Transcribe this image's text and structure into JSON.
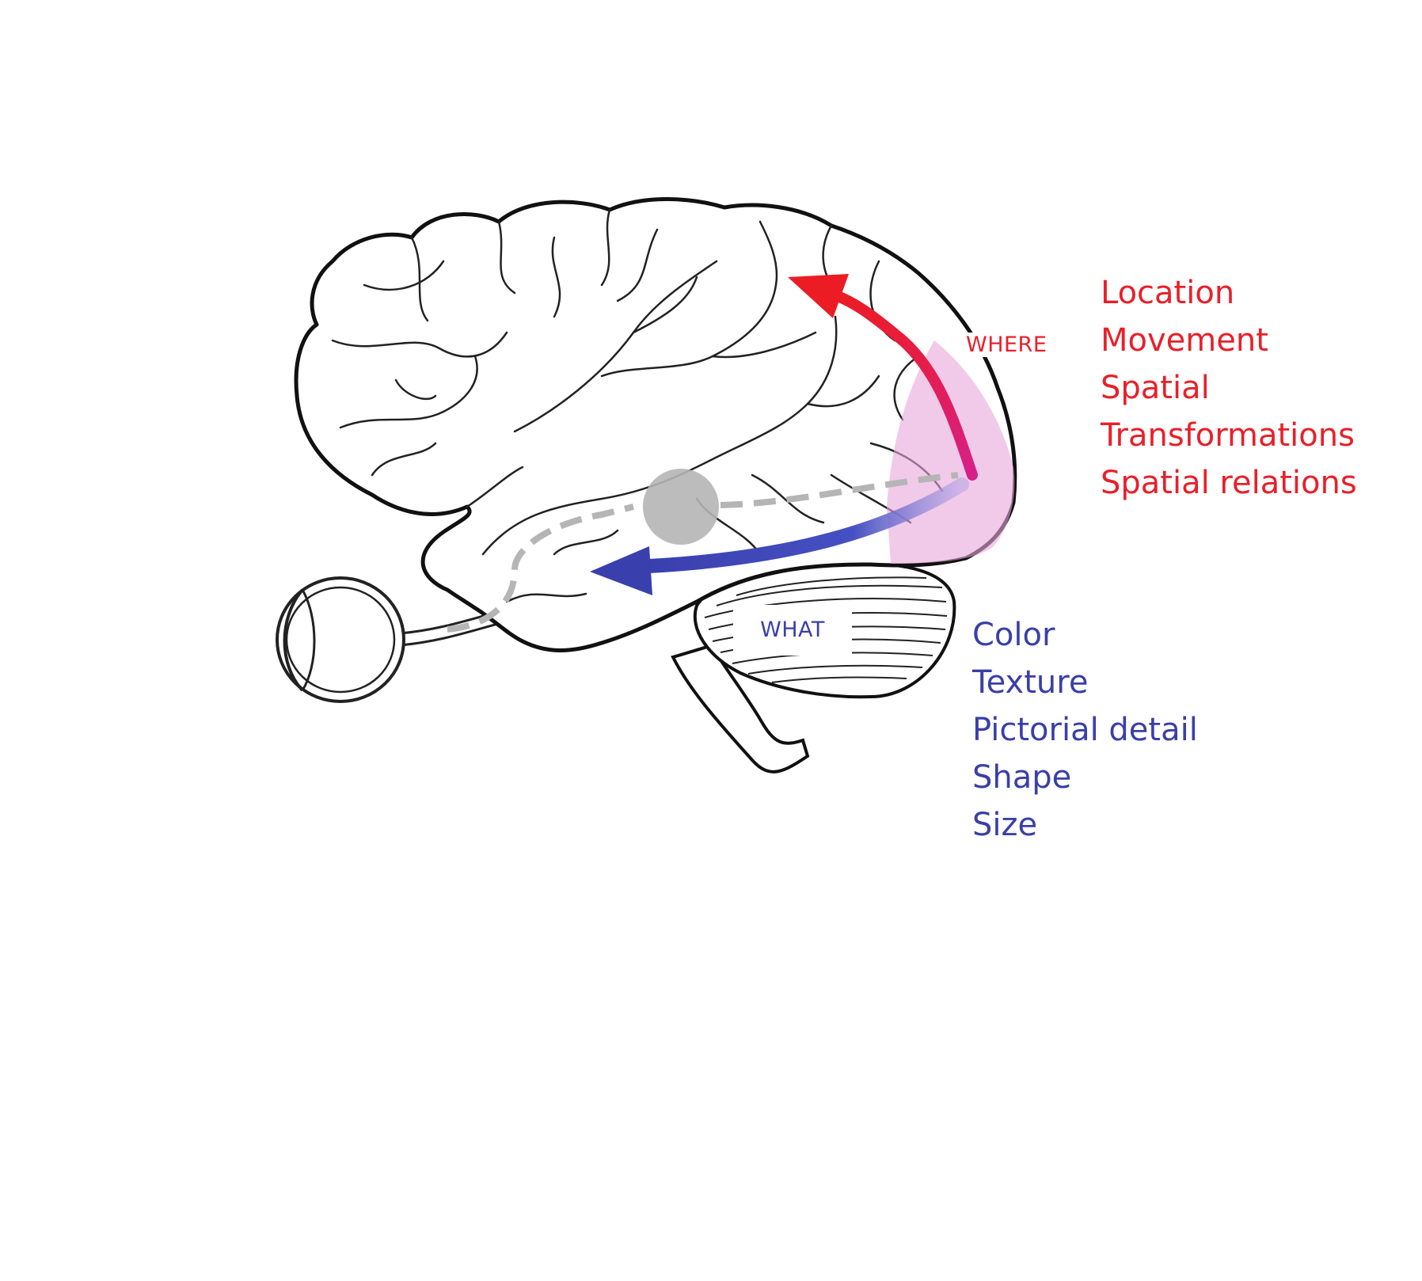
{
  "pathways": {
    "where": {
      "label": "WHERE",
      "color": "#e8202a",
      "properties": [
        "Location",
        "Movement",
        "Spatial",
        "Transformations",
        "Spatial relations"
      ]
    },
    "what": {
      "label": "WHAT",
      "color": "#3a3fa8",
      "properties": [
        "Color",
        "Texture",
        "Pictorial detail",
        "Shape",
        "Size"
      ]
    }
  },
  "colors": {
    "outline": "#111111",
    "visual_cortex_highlight": "#e9a6da",
    "relay_gray": "#b5b5b5"
  },
  "icons": [
    "brain-outline",
    "eye-icon",
    "cerebellum",
    "brain-stem"
  ]
}
